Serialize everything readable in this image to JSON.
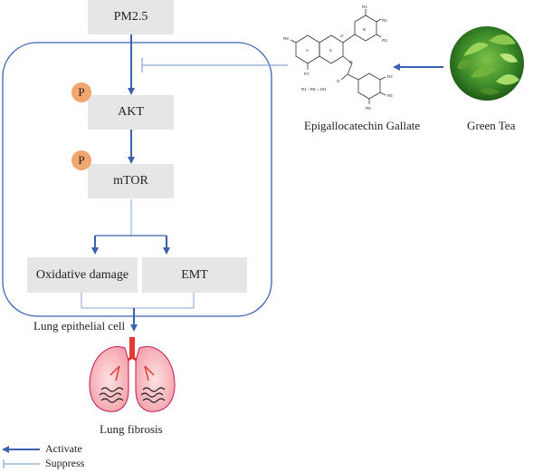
{
  "nodes": {
    "pm25": "PM2.5",
    "akt": "AKT",
    "mtor": "mTOR",
    "oxidative": "Oxidative damage",
    "emt": "EMT",
    "p_akt": "P",
    "p_mtor": "P"
  },
  "labels": {
    "cell": "Lung epithelial cell",
    "fibrosis": "Lung fibrosis",
    "egcg": "Epigallocatechin Gallate",
    "green_tea": "Green Tea"
  },
  "molecule": {
    "r_labels": [
      "R1",
      "R2",
      "R3",
      "R4",
      "R5",
      "R6",
      "R7",
      "R8"
    ],
    "ring_labels": [
      "A",
      "C",
      "B"
    ],
    "note": "R1 - R8 = OH"
  },
  "legend": {
    "activate": "Activate",
    "suppress": "Suppress"
  },
  "colors": {
    "arrow": "#3a62b0",
    "suppress": "#8aa3d6",
    "box": "#e6e6e6",
    "phospho": "#f2a56e",
    "lung": "#f3a0a8"
  }
}
